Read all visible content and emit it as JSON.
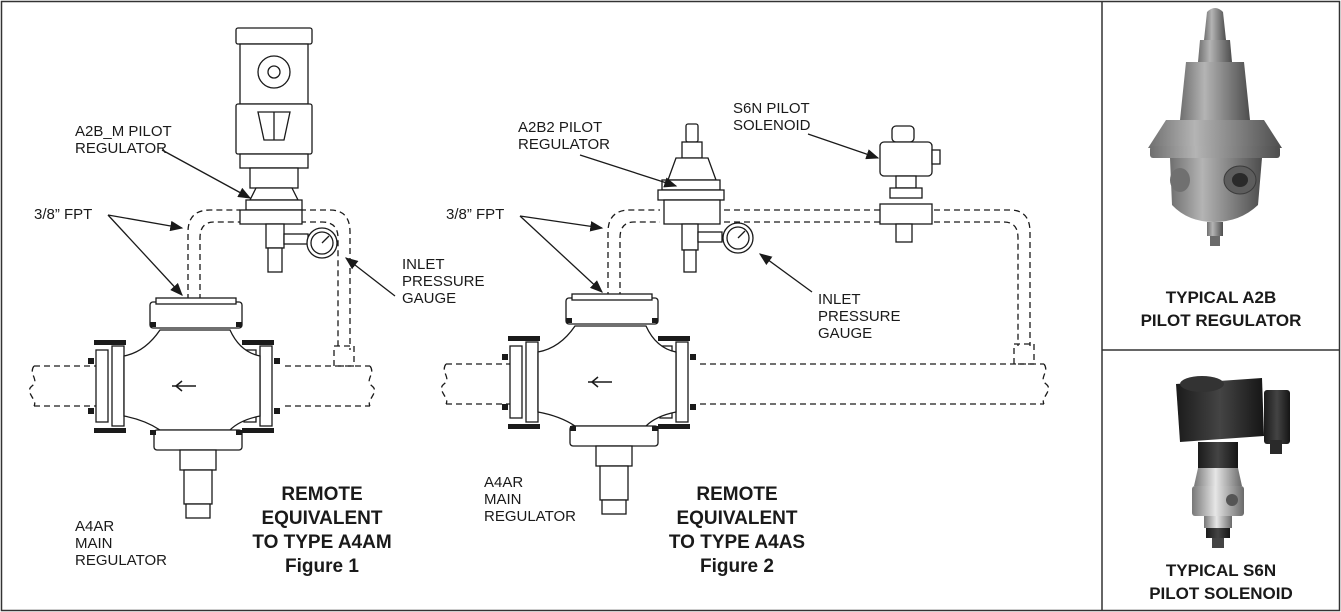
{
  "figure1": {
    "pilot_label": [
      "A2B_M PILOT",
      "REGULATOR"
    ],
    "fpt_label": "3/8” FPT",
    "gauge_label": [
      "INLET",
      "PRESSURE",
      "GAUGE"
    ],
    "main_label": [
      "A4AR",
      "MAIN",
      "REGULATOR"
    ],
    "caption": [
      "REMOTE",
      "EQUIVALENT",
      "TO TYPE A4AM",
      "Figure 1"
    ]
  },
  "figure2": {
    "pilot_label": [
      "A2B2 PILOT",
      "REGULATOR"
    ],
    "solenoid_label": [
      "S6N PILOT",
      "SOLENOID"
    ],
    "fpt_label": "3/8” FPT",
    "gauge_label": [
      "INLET",
      "PRESSURE",
      "GAUGE"
    ],
    "main_label": [
      "A4AR",
      "MAIN",
      "REGULATOR"
    ],
    "caption": [
      "REMOTE",
      "EQUIVALENT",
      "TO TYPE A4AS",
      "Figure 2"
    ]
  },
  "photos": {
    "a2b_caption": [
      "TYPICAL A2B",
      "PILOT REGULATOR"
    ],
    "s6n_caption": [
      "TYPICAL S6N",
      "PILOT SOLENOID"
    ]
  }
}
